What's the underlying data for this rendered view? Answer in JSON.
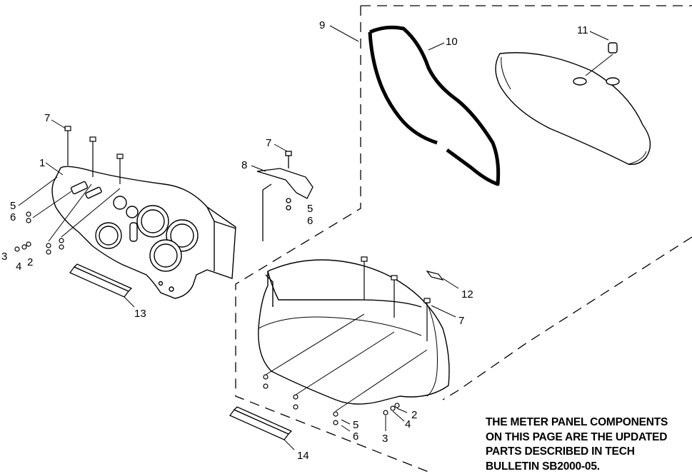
{
  "callouts": [
    "1",
    "2",
    "3",
    "4",
    "5",
    "6",
    "7",
    "8",
    "9",
    "10",
    "11",
    "12",
    "13",
    "14"
  ],
  "note": {
    "lines": [
      "THE METER PANEL COMPONENTS",
      "ON THIS PAGE ARE THE UPDATED",
      "PARTS DESCRIBED IN TECH",
      "BULLETIN SB2000-05."
    ]
  }
}
